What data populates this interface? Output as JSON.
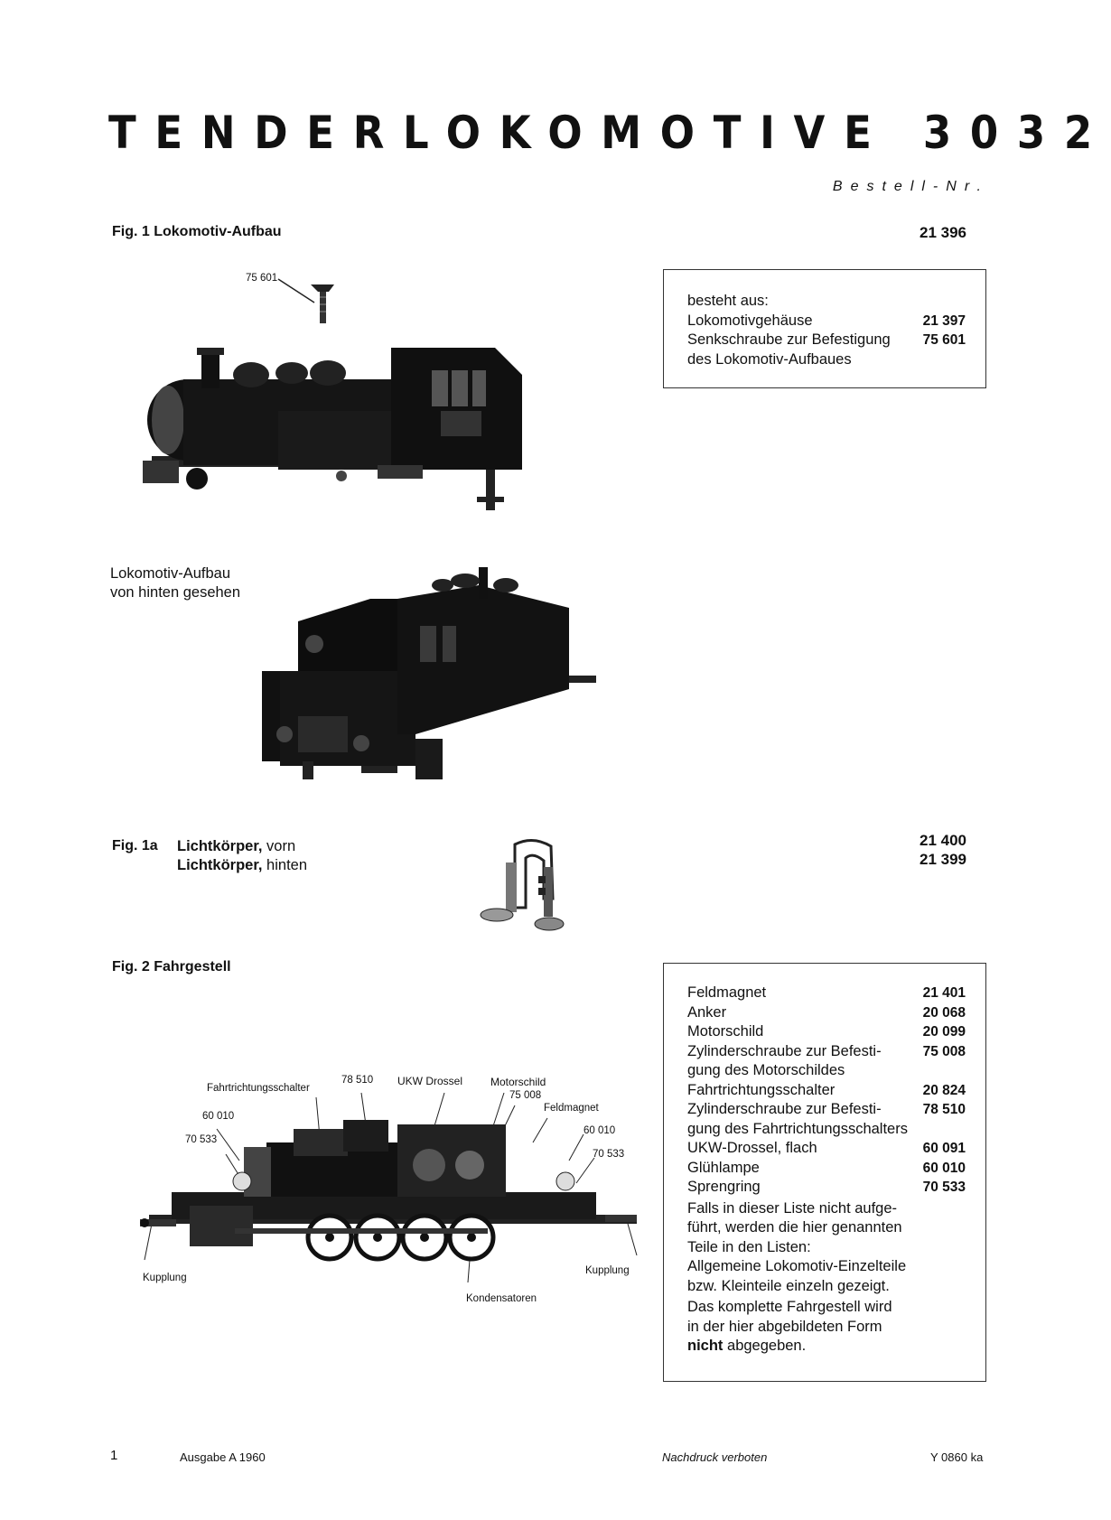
{
  "header": {
    "title": "TENDERLOKOMOTIVE 3032",
    "bestell": "Bestell-Nr."
  },
  "fig1": {
    "label": "Fig. 1  Lokomotiv-Aufbau",
    "number": "21 396",
    "screw_callout": "75 601",
    "box_intro": "besteht aus:",
    "box_rows": [
      {
        "text": "Lokomotivgehäuse",
        "num": "21 397"
      },
      {
        "text": "Senkschraube zur Befestigung",
        "num": "75 601"
      },
      {
        "text": "des Lokomotiv-Aufbaues",
        "num": ""
      }
    ],
    "rear_caption_1": "Lokomotiv-Aufbau",
    "rear_caption_2": "von hinten gesehen"
  },
  "fig1a": {
    "fig": "Fig. 1a",
    "name": "Lichtkörper,",
    "front": "vorn",
    "rear": "hinten",
    "num_front": "21 400",
    "num_rear": "21 399"
  },
  "fig2": {
    "label": "Fig. 2  Fahrgestell",
    "callouts": {
      "fahrtrichtungsschalter": "Fahrtrichtungsschalter",
      "c78510": "78 510",
      "ukw": "UKW Drossel",
      "motorschild": "Motorschild",
      "c75008": "75 008",
      "feldmagnet": "Feldmagnet",
      "c60010_left": "60 010",
      "c70533_left": "70 533",
      "c60010_right": "60 010",
      "c70533_right": "70 533",
      "kupplung_left": "Kupplung",
      "kupplung_right": "Kupplung",
      "kondensatoren": "Kondensatoren"
    },
    "box_rows": [
      {
        "text": "Feldmagnet",
        "num": "21 401"
      },
      {
        "text": "Anker",
        "num": "20 068"
      },
      {
        "text": "Motorschild",
        "num": "20 099"
      },
      {
        "text": "Zylinderschraube zur Befesti-",
        "num": "75 008"
      },
      {
        "text": "gung des Motorschildes",
        "num": ""
      },
      {
        "text": "Fahrtrichtungsschalter",
        "num": "20 824"
      },
      {
        "text": "Zylinderschraube zur Befesti-",
        "num": "78 510"
      },
      {
        "text": "gung des Fahrtrichtungsschalters",
        "num": ""
      },
      {
        "text": "UKW-Drossel, flach",
        "num": "60 091"
      },
      {
        "text": "Glühlampe",
        "num": "60 010"
      },
      {
        "text": "Sprengring",
        "num": "70 533"
      }
    ],
    "note1": "Falls in dieser Liste nicht aufge-führt, werden die hier genannten Teile in den Listen:",
    "note1_lines": [
      "Falls in dieser Liste nicht aufge-",
      "führt, werden die hier genannten",
      "Teile in den Listen:",
      "Allgemeine Lokomotiv-Einzelteile",
      "bzw. Kleinteile einzeln gezeigt."
    ],
    "note2_lines": [
      "Das komplette Fahrgestell wird",
      "in der hier abgebildeten Form"
    ],
    "note2_bold": "nicht",
    "note2_end": "abgegeben."
  },
  "footer": {
    "page": "1",
    "edition": "Ausgabe A 1960",
    "notice": "Nachdruck verboten",
    "code": "Y 0860 ka"
  }
}
